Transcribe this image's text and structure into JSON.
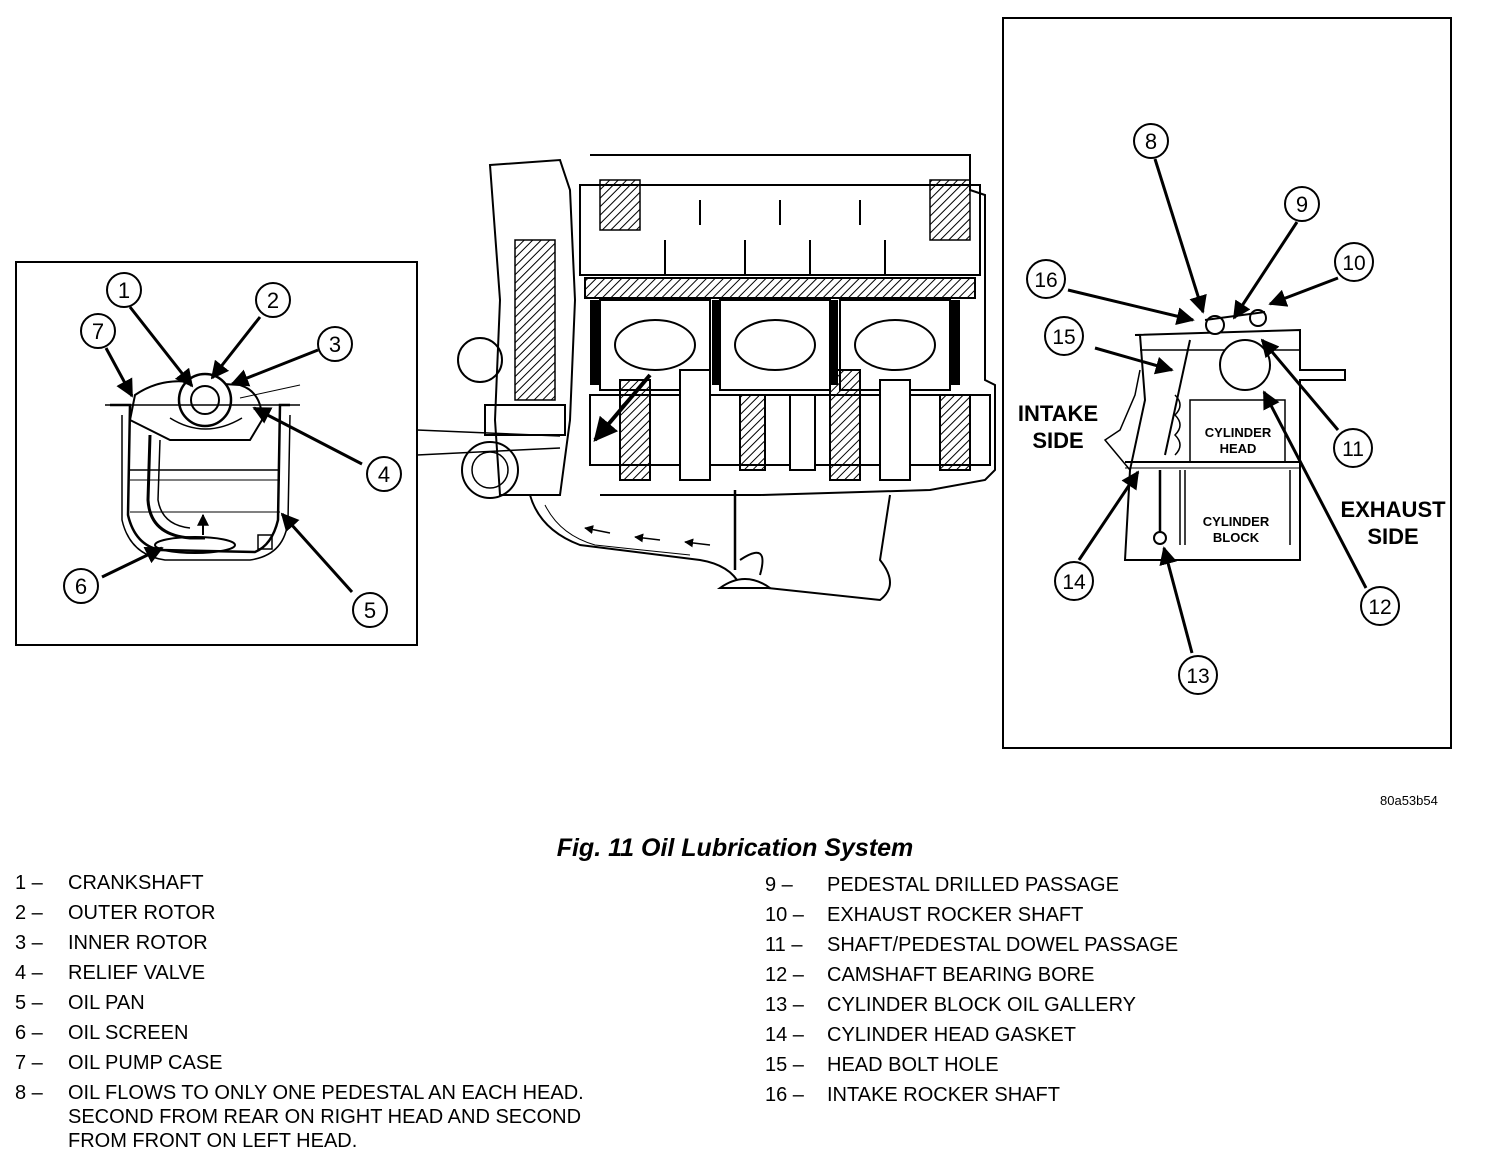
{
  "figure": {
    "caption": "Fig. 11 Oil Lubrication System",
    "code": "80a53b54"
  },
  "callouts": [
    "1",
    "2",
    "3",
    "4",
    "5",
    "6",
    "7",
    "8",
    "9",
    "10",
    "11",
    "12",
    "13",
    "14",
    "15",
    "16"
  ],
  "labels": {
    "intake_side_line1": "INTAKE",
    "intake_side_line2": "SIDE",
    "exhaust_side_line1": "EXHAUST",
    "exhaust_side_line2": "SIDE",
    "cylinder_head_line1": "CYLINDER",
    "cylinder_head_line2": "HEAD",
    "cylinder_block_line1": "CYLINDER",
    "cylinder_block_line2": "BLOCK"
  },
  "legend": [
    {
      "num": "1",
      "text": "CRANKSHAFT"
    },
    {
      "num": "2",
      "text": "OUTER ROTOR"
    },
    {
      "num": "3",
      "text": "INNER ROTOR"
    },
    {
      "num": "4",
      "text": "RELIEF VALVE"
    },
    {
      "num": "5",
      "text": "OIL PAN"
    },
    {
      "num": "6",
      "text": "OIL SCREEN"
    },
    {
      "num": "7",
      "text": "OIL PUMP CASE"
    },
    {
      "num": "8",
      "text": "OIL FLOWS TO ONLY ONE PEDESTAL AN EACH HEAD.\nSECOND FROM REAR ON RIGHT HEAD AND SECOND\nFROM FRONT ON LEFT HEAD."
    },
    {
      "num": "9",
      "text": "PEDESTAL DRILLED PASSAGE"
    },
    {
      "num": "10",
      "text": "EXHAUST ROCKER SHAFT"
    },
    {
      "num": "11",
      "text": "SHAFT/PEDESTAL DOWEL PASSAGE"
    },
    {
      "num": "12",
      "text": "CAMSHAFT BEARING BORE"
    },
    {
      "num": "13",
      "text": "CYLINDER BLOCK OIL GALLERY"
    },
    {
      "num": "14",
      "text": "CYLINDER HEAD GASKET"
    },
    {
      "num": "15",
      "text": "HEAD BOLT HOLE"
    },
    {
      "num": "16",
      "text": "INTAKE ROCKER SHAFT"
    }
  ]
}
